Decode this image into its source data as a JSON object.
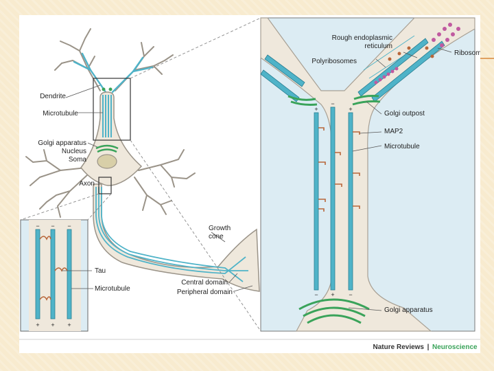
{
  "labels": {
    "dendrite": "Dendrite",
    "microtubule_left": "Microtubule",
    "golgi_apparatus_left": "Golgi apparatus",
    "nucleus": "Nucleus",
    "soma": "Soma",
    "axon": "Axon",
    "growth_cone_line1": "Growth",
    "growth_cone_line2": "cone",
    "central_domain": "Central domain",
    "peripheral_domain": "Peripheral domain",
    "tau": "Tau",
    "microtubule_inset": "Microtubule",
    "rough_er_line1": "Rough endoplasmic",
    "rough_er_line2": "reticulum",
    "polyribosomes": "Polyribosomes",
    "ribosome": "Ribosome",
    "golgi_outpost": "Golgi outpost",
    "map2": "MAP2",
    "microtubule_right": "Microtubule",
    "golgi_apparatus_right": "Golgi apparatus"
  },
  "polarity": {
    "plus": "+",
    "minus": "−"
  },
  "credit": {
    "publisher": "Nature Reviews",
    "separator": "|",
    "journal": "Neuroscience"
  },
  "colors": {
    "slide_bg": "#f8ecd0",
    "neuron_fill": "#efe8dc",
    "neuron_outline": "#9a9388",
    "microtubule": "#4fb3c8",
    "microtubule_stroke": "#2a7f93",
    "golgi": "#3aa35a",
    "map2_tau": "#b8663a",
    "panel_bg": "#dcecf3",
    "ribosome": "#c05aa0",
    "journal_green": "#3aa35a",
    "accent_line": "#e0a060"
  }
}
